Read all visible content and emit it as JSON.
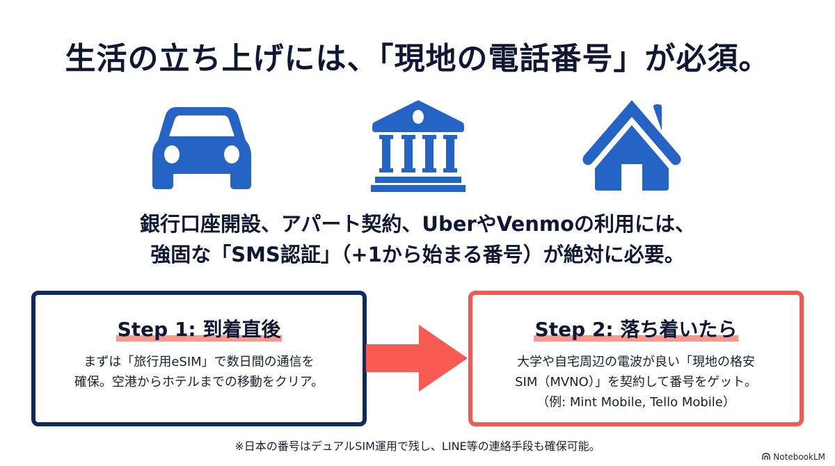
{
  "title": "生活の立ち上げには、「現地の電話番号」が必須。",
  "icons": [
    {
      "name": "car-icon",
      "color": "#2563c4"
    },
    {
      "name": "bank-icon",
      "color": "#2563c4"
    },
    {
      "name": "house-icon",
      "color": "#2563c4"
    }
  ],
  "description": {
    "line1": "銀行口座開設、アパート契約、UberやVenmoの利用には、",
    "line2": "強固な「SMS認証」（+1から始まる番号）が絶対に必要。"
  },
  "steps": [
    {
      "title": "Step 1: 到着直後",
      "border_color": "#0e2a5e",
      "body": [
        "まずは「旅行用eSIM」で数日間の通信を",
        "確保。空港からホテルまでの移動をクリア。"
      ]
    },
    {
      "title": "Step 2: 落ち着いたら",
      "border_color": "#f25a4f",
      "body": [
        "大学や自宅周辺の電波が良い「現地の格安",
        "SIM（MVNO）」を契約して番号をゲット。",
        "（例: Mint Mobile, Tello Mobile）"
      ]
    }
  ],
  "arrow": {
    "color": "#f75a50",
    "direction": "right"
  },
  "footnote": "※日本の番号はデュアルSIM運用で残し、LINE等の連絡手段も確保可能。",
  "watermark": {
    "icon": "notebooklm-icon",
    "label": "NotebookLM"
  },
  "colors": {
    "title_text": "#0f1733",
    "icon_blue": "#2563c4",
    "step1_border": "#0e2a5e",
    "step2_border": "#f25a4f",
    "highlight": "#f4877b"
  }
}
